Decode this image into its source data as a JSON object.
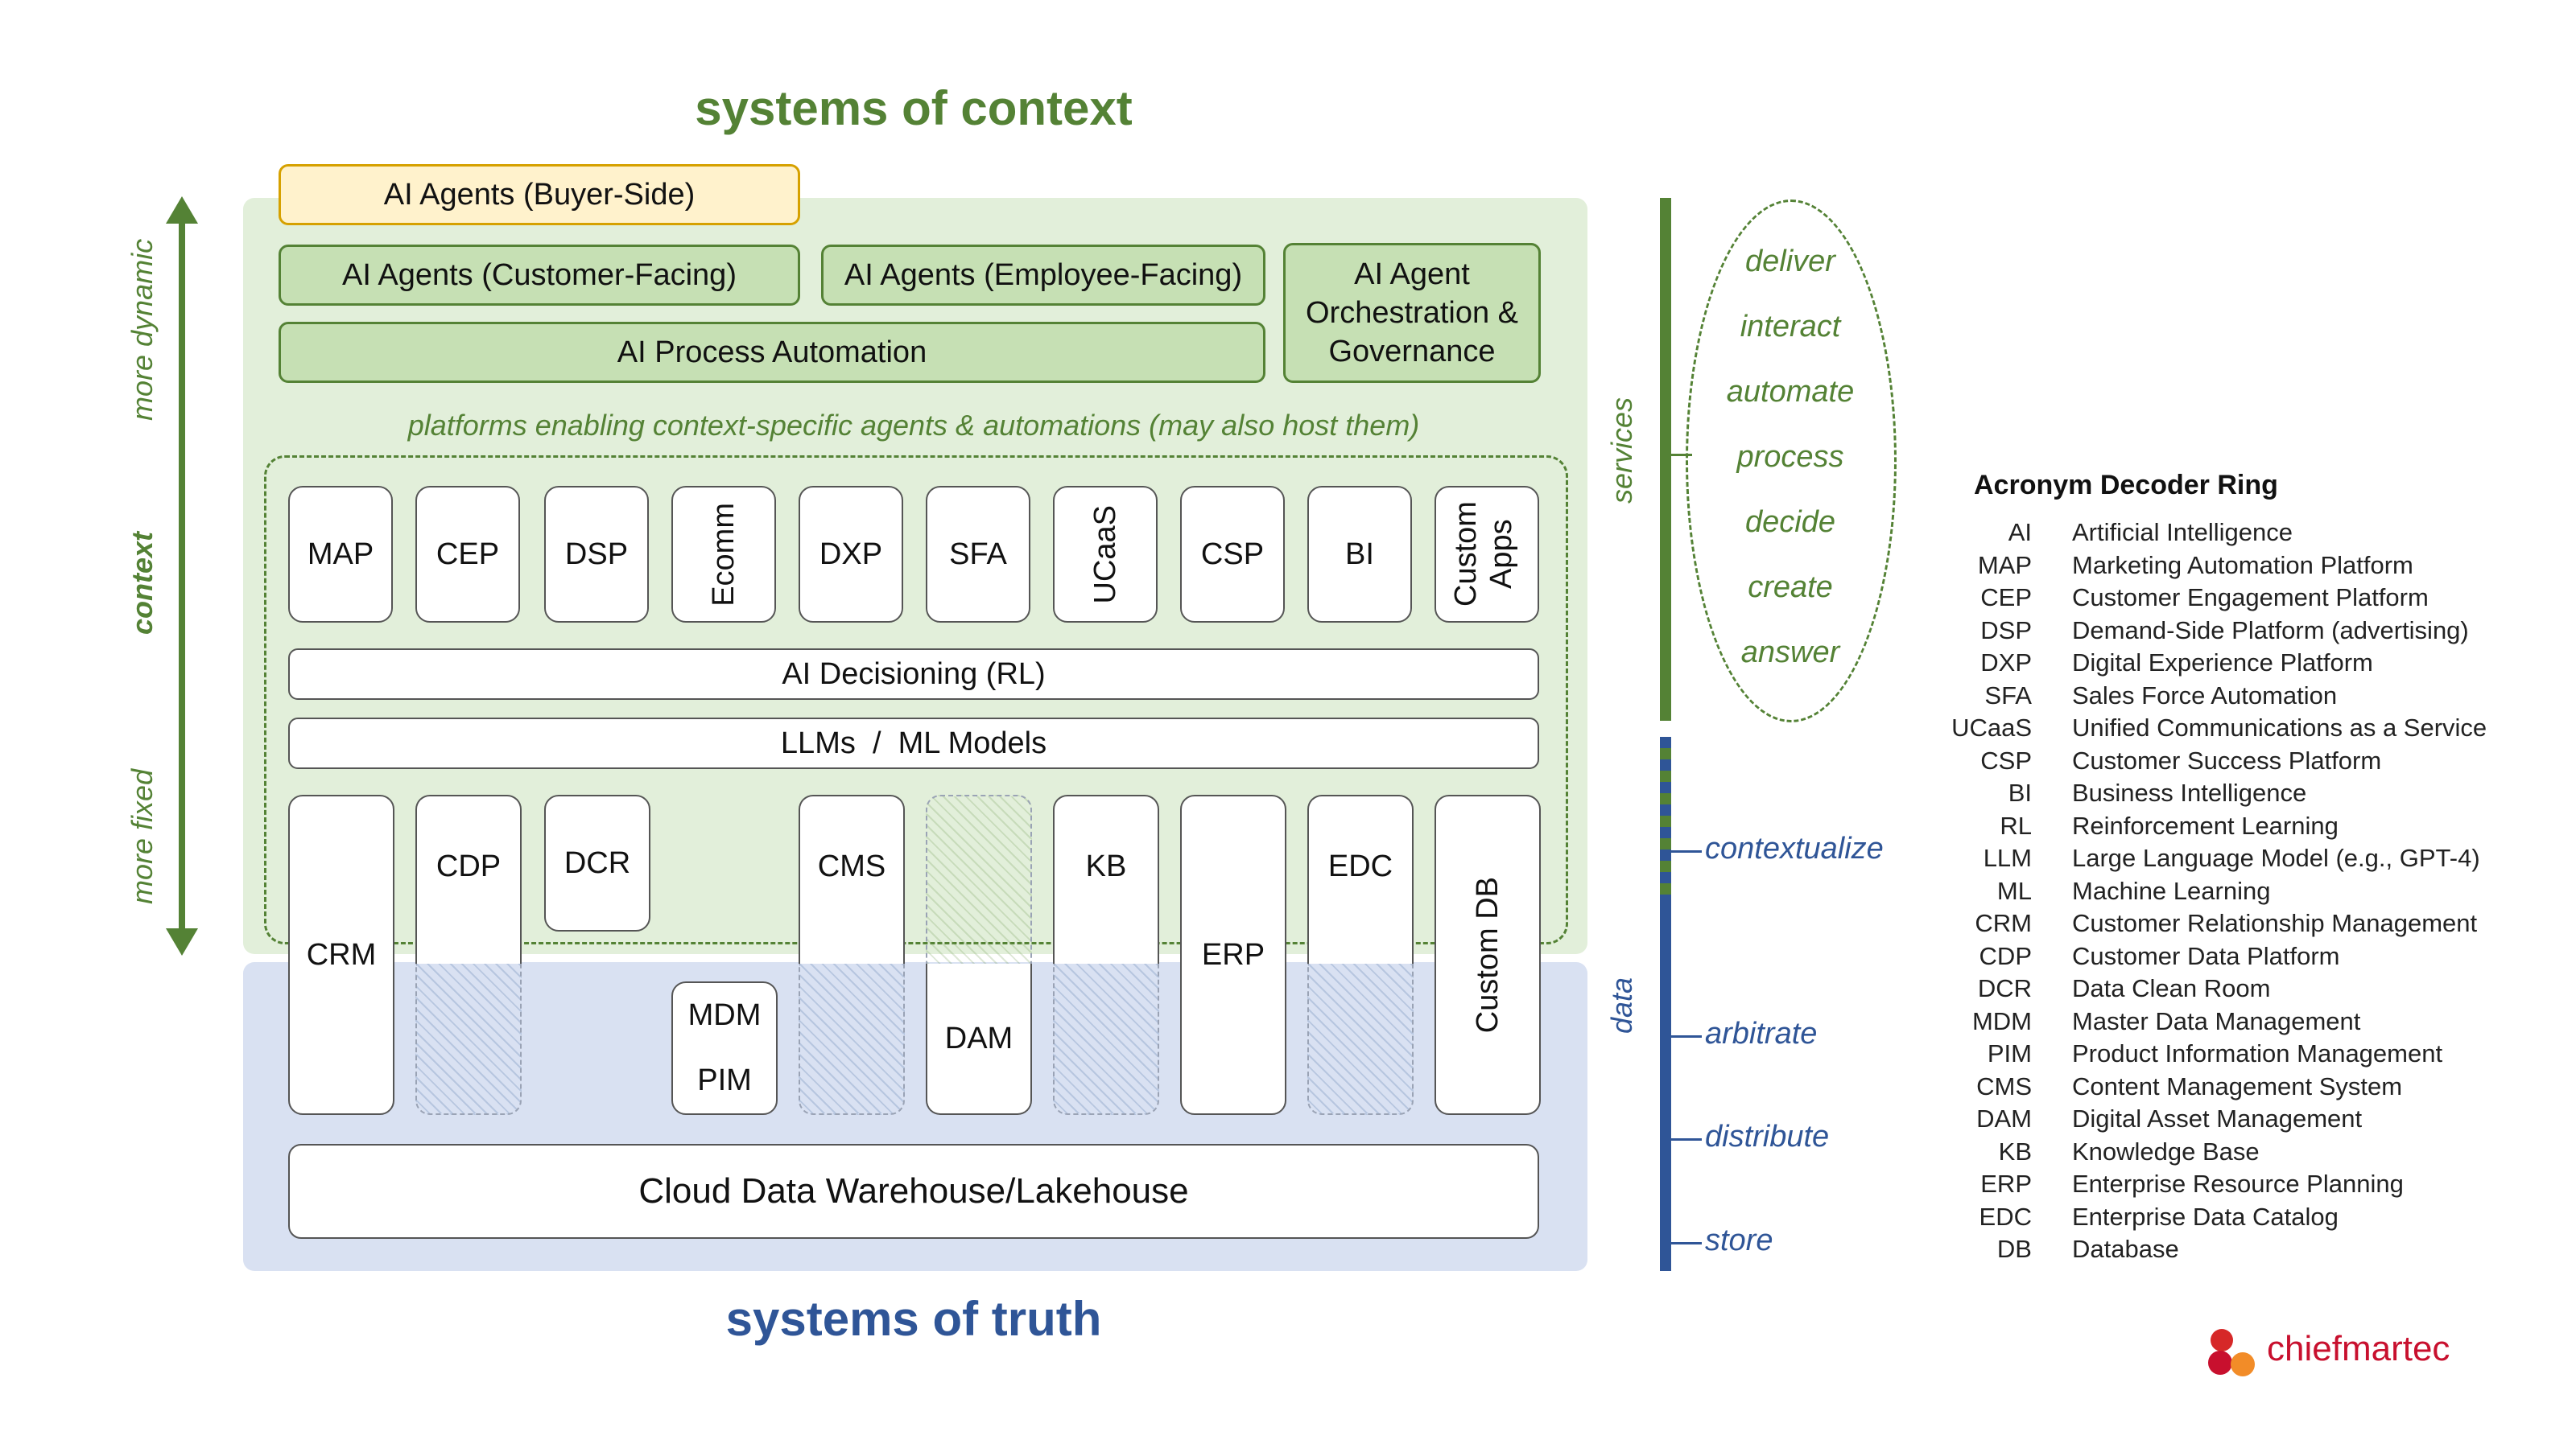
{
  "titles": {
    "top": "systems of context",
    "bottom": "systems of truth"
  },
  "left_axis": {
    "top": "more dynamic",
    "middle": "context",
    "bottom": "more fixed"
  },
  "agents": {
    "buyer": "AI Agents (Buyer-Side)",
    "customer": "AI Agents (Customer-Facing)",
    "employee": "AI Agents (Employee-Facing)",
    "orchestration": "AI Agent Orchestration & Governance",
    "process": "AI Process Automation"
  },
  "platform_caption": "platforms enabling context-specific agents & automations (may also host them)",
  "platforms": [
    "MAP",
    "CEP",
    "DSP",
    "Ecomm",
    "DXP",
    "SFA",
    "UCaaS",
    "CSP",
    "BI",
    "Custom Apps"
  ],
  "layers": {
    "decisioning": "AI Decisioning (RL)",
    "models": "LLMs  /  ML Models",
    "warehouse": "Cloud Data Warehouse/Lakehouse"
  },
  "data_systems": {
    "crm": "CRM",
    "cdp": "CDP",
    "dcr": "DCR",
    "mdm": "MDM",
    "pim": "PIM",
    "cms": "CMS",
    "dam": "DAM",
    "kb": "KB",
    "erp": "ERP",
    "edc": "EDC",
    "customdb": "Custom DB"
  },
  "right_axis": {
    "services_label": "services",
    "data_label": "data",
    "service_verbs": [
      "deliver",
      "interact",
      "automate",
      "process",
      "decide",
      "create",
      "answer"
    ],
    "data_verbs": [
      "contextualize",
      "arbitrate",
      "distribute",
      "store"
    ]
  },
  "legend": {
    "title": "Acronym Decoder Ring",
    "items": [
      {
        "abbr": "AI",
        "def": "Artificial Intelligence"
      },
      {
        "abbr": "MAP",
        "def": "Marketing Automation Platform"
      },
      {
        "abbr": "CEP",
        "def": "Customer Engagement Platform"
      },
      {
        "abbr": "DSP",
        "def": "Demand-Side Platform (advertising)"
      },
      {
        "abbr": "DXP",
        "def": "Digital Experience Platform"
      },
      {
        "abbr": "SFA",
        "def": "Sales Force Automation"
      },
      {
        "abbr": "UCaaS",
        "def": "Unified Communications as a Service"
      },
      {
        "abbr": "CSP",
        "def": "Customer Success Platform"
      },
      {
        "abbr": "BI",
        "def": "Business Intelligence"
      },
      {
        "abbr": "RL",
        "def": "Reinforcement Learning"
      },
      {
        "abbr": "LLM",
        "def": "Large Language Model (e.g., GPT-4)"
      },
      {
        "abbr": "ML",
        "def": "Machine Learning"
      },
      {
        "abbr": "CRM",
        "def": "Customer Relationship Management"
      },
      {
        "abbr": "CDP",
        "def": "Customer Data Platform"
      },
      {
        "abbr": "DCR",
        "def": "Data Clean Room"
      },
      {
        "abbr": "MDM",
        "def": "Master Data Management"
      },
      {
        "abbr": "PIM",
        "def": "Product Information Management"
      },
      {
        "abbr": "CMS",
        "def": "Content Management System"
      },
      {
        "abbr": "DAM",
        "def": "Digital Asset Management"
      },
      {
        "abbr": "KB",
        "def": "Knowledge Base"
      },
      {
        "abbr": "ERP",
        "def": "Enterprise Resource Planning"
      },
      {
        "abbr": "EDC",
        "def": "Enterprise Data Catalog"
      },
      {
        "abbr": "DB",
        "def": "Database"
      }
    ]
  },
  "brand": "chiefmartec",
  "colors": {
    "green": "#548235",
    "blue": "#2F5597",
    "agent_fill": "#C6E0B4",
    "buyer_fill": "#FFF2CC"
  }
}
